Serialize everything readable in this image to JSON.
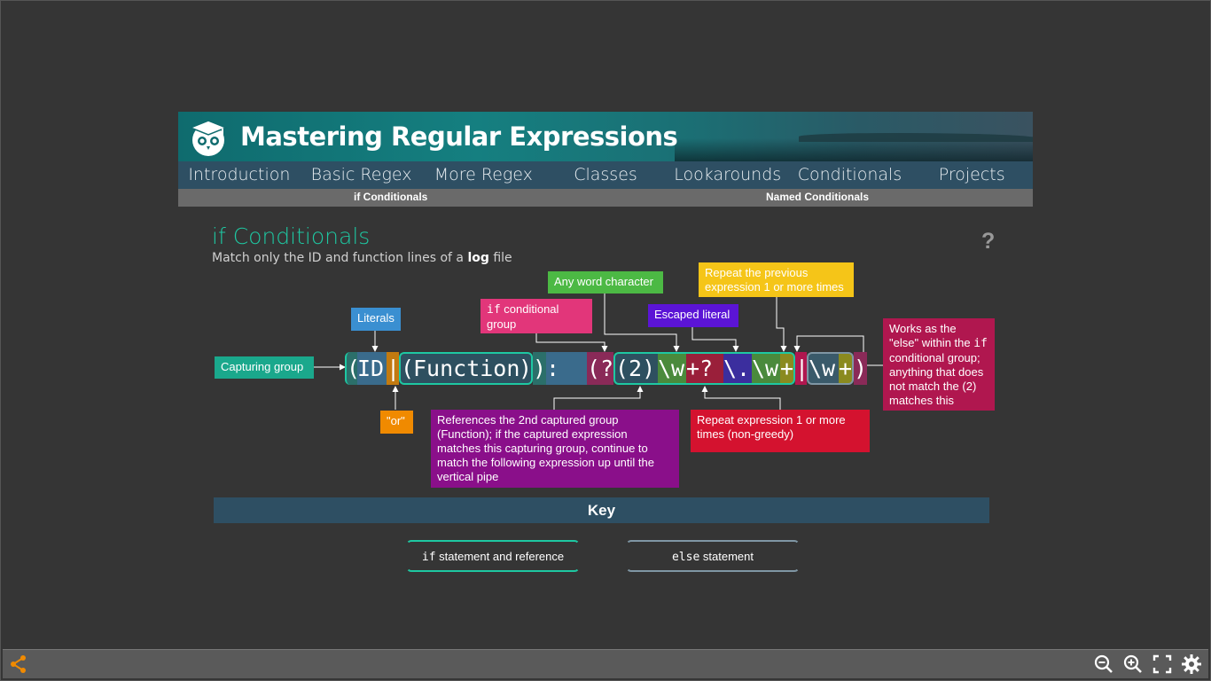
{
  "banner": {
    "title": "Mastering Regular Expressions"
  },
  "nav": {
    "items": [
      {
        "label": "Introduction"
      },
      {
        "label": "Basic Regex"
      },
      {
        "label": "More Regex"
      },
      {
        "label": "Classes"
      },
      {
        "label": "Lookarounds"
      },
      {
        "label": "Conditionals"
      },
      {
        "label": "Projects"
      }
    ],
    "subitems": [
      {
        "label": "if Conditionals"
      },
      {
        "label": "Named Conditionals"
      }
    ]
  },
  "page": {
    "title": "if Conditionals",
    "subtitle_prefix": "Match only the ID and function lines of a ",
    "subtitle_bold": "log",
    "subtitle_suffix": " file",
    "help": "?"
  },
  "callouts": {
    "capturing_group": "Capturing group",
    "literals": "Literals",
    "or": "\"or\"",
    "if_code": "if",
    "if_group_text": " conditional group",
    "any_word": "Any word character",
    "escaped_literal": "Escaped literal",
    "repeat_previous": "Repeat the previous expression 1 or more times",
    "else_prefix": "Works as the \"else\" within the ",
    "else_code": "if",
    "else_suffix": " conditional group; anything that does not match the (2) matches this",
    "references": "References the 2nd captured group (Function); if the captured expression matches this capturing group, continue to match the following expression up until the vertical pipe",
    "repeat_nongreedy": "Repeat expression 1 or more times (non-greedy)"
  },
  "regex": {
    "segments": [
      "(",
      "ID",
      "|",
      "(",
      "Function",
      ")",
      ")",
      ":",
      " ",
      "(?",
      "(2)",
      "\\w",
      "+?",
      "\\.",
      "\\w",
      "+",
      "|",
      "\\w",
      "+",
      ")"
    ]
  },
  "key": {
    "title": "Key",
    "if_code": "if",
    "if_text": " statement and reference",
    "else_code": "else",
    "else_text": " statement"
  },
  "colors": {
    "teal": "#1ec8a2",
    "blue_literal": "#3a79a6",
    "green": "#4a8a3c",
    "red": "#9a1f3a",
    "purple_escaped": "#3b2e9e",
    "olive": "#8a8a1f",
    "pink_else": "#b0174f",
    "orange": "#f08a00"
  },
  "toolbar": {
    "share_icon": "share-icon",
    "zoom_out_icon": "zoom-out-icon",
    "zoom_in_icon": "zoom-in-icon",
    "fullscreen_icon": "fullscreen-icon",
    "settings_icon": "gear-icon"
  }
}
